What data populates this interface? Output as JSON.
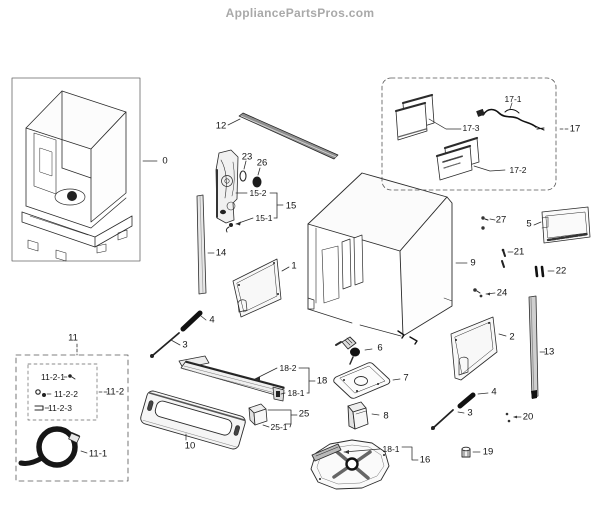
{
  "header": {
    "site": "AppliancePartsPros.com"
  },
  "colors": {
    "header_text": "#a9a9a9",
    "line_art": "#2b2b2b"
  },
  "labels": {
    "p0": "0",
    "p1": "1",
    "p2": "2",
    "p3_left": "3",
    "p3_right": "3",
    "p4_left": "4",
    "p4_right": "4",
    "p5": "5",
    "p6": "6",
    "p7": "7",
    "p8": "8",
    "p9": "9",
    "p10": "10",
    "p11": "11",
    "p11_1": "11-1",
    "p11_2": "11-2",
    "p11_2_1": "11-2-1",
    "p11_2_2": "11-2-2",
    "p11_2_3": "11-2-3",
    "p12": "12",
    "p13": "13",
    "p14": "14",
    "p15": "15",
    "p15_1": "15-1",
    "p15_2": "15-2",
    "p16": "16",
    "p17": "17",
    "p17_1": "17-1",
    "p17_2": "17-2",
    "p17_3": "17-3",
    "p18": "18",
    "p18_1": "18-1",
    "p18_1_base": "18-1",
    "p18_2": "18-2",
    "p19": "19",
    "p20": "20",
    "p21": "21",
    "p22": "22",
    "p23": "23",
    "p24": "24",
    "p25": "25",
    "p25_1": "25-1",
    "p26": "26",
    "p27": "27"
  }
}
